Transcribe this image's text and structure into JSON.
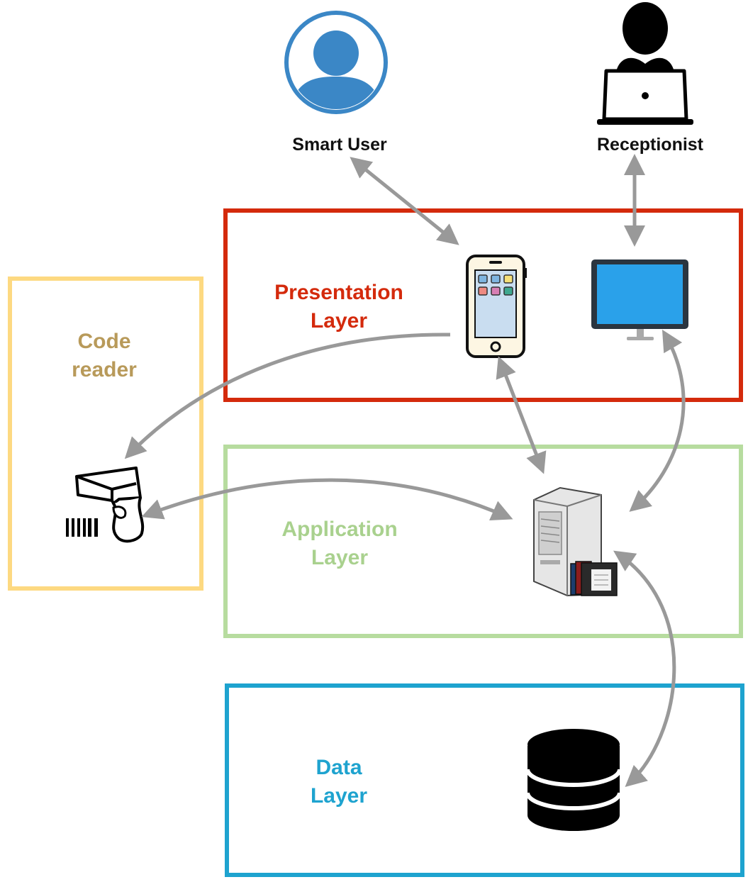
{
  "actors": {
    "smart_user": "Smart User",
    "receptionist": "Receptionist"
  },
  "layers": {
    "presentation": {
      "line1": "Presentation",
      "line2": "Layer",
      "color": "#d42a0c"
    },
    "application": {
      "line1": "Application",
      "line2": "Layer",
      "color": "#a9d18e",
      "frame_color": "#b7dc9f"
    },
    "data": {
      "line1": "Data",
      "line2": "Layer",
      "color": "#1ea3cf",
      "frame_color": "#1ea3cf"
    },
    "code_reader": {
      "line1": "Code",
      "line2": "reader",
      "color": "#b89a5a",
      "frame_color": "#fdd981"
    }
  },
  "colors": {
    "arrow": "#999999",
    "user_icon": "#3b87c6",
    "monitor_screen": "#2aa1ea",
    "phone_screen": "#c9ddf0",
    "ink": "#000000"
  },
  "icons": {
    "smart_user": "user-avatar-icon",
    "receptionist": "person-laptop-icon",
    "phone": "smartphone-icon",
    "monitor": "monitor-icon",
    "scanner": "barcode-scanner-icon",
    "server": "server-icon",
    "database": "database-icon"
  }
}
